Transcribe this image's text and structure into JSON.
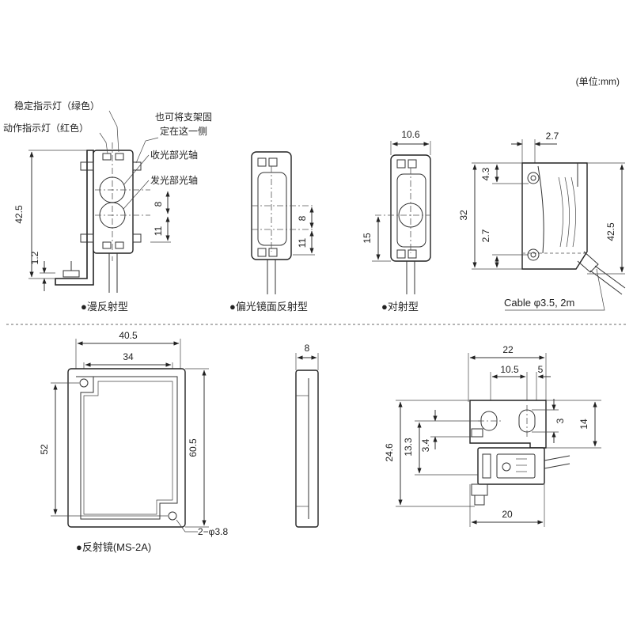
{
  "unit_note": "(单位:mm)",
  "colors": {
    "line": "#222222",
    "text": "#222222",
    "divider": "#888888"
  },
  "sections": {
    "diffuse": {
      "caption": "●漫反射型",
      "callouts": {
        "stable_led": "稳定指示灯（绿色）",
        "action_led": "动作指示灯（红色）",
        "bracket_note_1": "也可将支架固",
        "bracket_note_2": "定在这一侧",
        "rx_axis": "收光部光轴",
        "tx_axis": "发光部光轴"
      },
      "dims": {
        "height": "42.5",
        "lens_pitch": "8",
        "lower": "11",
        "base": "1.2"
      }
    },
    "polarized": {
      "caption": "●偏光镜面反射型",
      "dims": {
        "lens_pitch": "8",
        "lower": "11"
      }
    },
    "through_beam": {
      "caption": "●对射型",
      "dims": {
        "width": "10.6",
        "axis_height": "15"
      }
    },
    "side_view": {
      "dims": {
        "top_offset": "2.7",
        "upper": "4.3",
        "body": "32",
        "lower": "2.7",
        "height": "42.5"
      },
      "cable": "Cable  φ3.5, 2m"
    },
    "reflector": {
      "caption": "●反射镜(MS-2A)",
      "dims": {
        "width": "40.5",
        "hole_pitch_x": "34",
        "hole_pitch_y": "52",
        "height": "60.5",
        "thickness": "8"
      },
      "holes": "2−φ3.8"
    },
    "bracket": {
      "dims": {
        "width": "22",
        "slot_pitch": "10.5",
        "slot_len": "5",
        "height": "24.6",
        "upper": "13.3",
        "lower": "3.4",
        "slot_w": "3",
        "right": "14",
        "base": "20"
      }
    }
  }
}
